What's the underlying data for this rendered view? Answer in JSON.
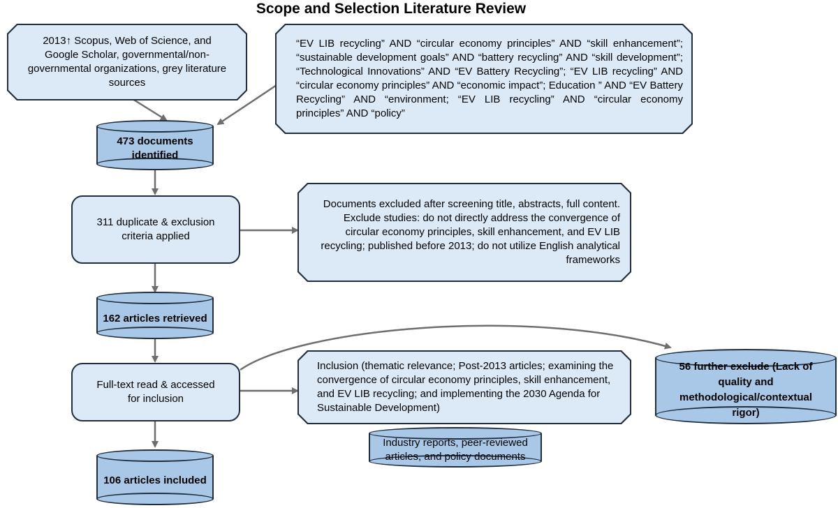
{
  "title": "Scope and Selection Literature Review",
  "sources_box": "2013↑ Scopus, Web of Science, and Google Scholar, governmental/non-governmental organizations, grey literature sources",
  "search_terms_box": "“EV LIB recycling” AND “circular economy principles” AND “skill enhancement”; “sustainable development goals” AND “battery recycling” AND “skill development”; “Technological Innovations” AND “EV Battery Recycling”; “EV LIB recycling” AND “circular economy principles” AND “economic impact”; Education ” AND “EV Battery Recycling” AND “environment; “EV LIB recycling” AND “circular economy principles” AND “policy”",
  "identified": "473 documents identified",
  "duplicate_step": "311 duplicate & exclusion criteria applied",
  "exclusion_box": "Documents excluded after screening title, abstracts, full content. Exclude studies: do not directly address the convergence of circular economy principles, skill enhancement, and EV LIB recycling; published before 2013; do not utilize English analytical frameworks",
  "retrieved": "162 articles retrieved",
  "fulltext_step": "Full-text read & accessed for inclusion",
  "inclusion_box": "Inclusion (thematic relevance; Post-2013 articles; examining the convergence of circular economy principles, skill enhancement, and EV LIB recycling; and implementing the 2030 Agenda for Sustainable Development)",
  "further_exclude": "56 further exclude (Lack of quality and methodological/contextual rigor)",
  "sources_types": "Industry reports, peer-reviewed articles, and policy documents",
  "included": "106 articles included"
}
